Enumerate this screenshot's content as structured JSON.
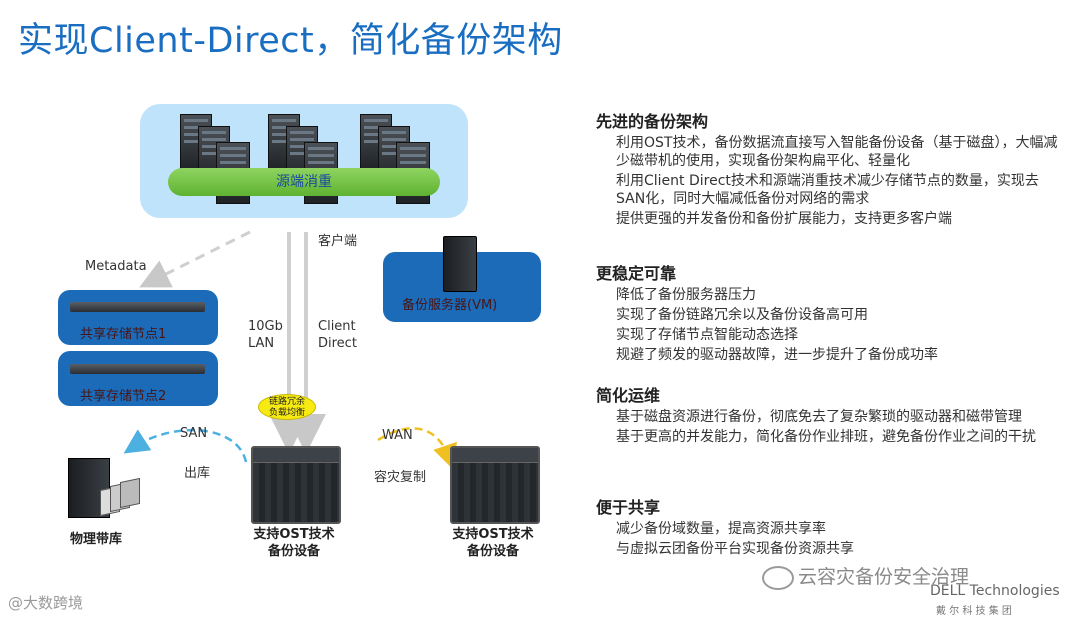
{
  "title": "实现Client-Direct，简化备份架构",
  "diagram": {
    "dedup_label": "源端消重",
    "client_label": "客户端",
    "metadata_label": "Metadata",
    "backup_server_label": "备份服务器(VM)",
    "storage_node_1": "共享存储节点1",
    "storage_node_2": "共享存储节点2",
    "lan_label": "10Gb\nLAN",
    "client_direct_label": "Client\nDirect",
    "redundancy_badge": "链路冗余\n负载均衡",
    "san_label": "SAN",
    "export_label": "出库",
    "wan_label": "WAN",
    "dr_replication_label": "容灾复制",
    "tape_library_label": "物理带库",
    "ost_device_left": "支持OST技术\n备份设备",
    "ost_device_right": "支持OST技术\n备份设备"
  },
  "sections": [
    {
      "heading": "先进的备份架构",
      "bullets": [
        "利用OST技术，备份数据流直接写入智能备份设备（基于磁盘），大幅减少磁带机的使用，实现备份架构扁平化、轻量化",
        "利用Client Direct技术和源端消重技术减少存储节点的数量，实现去SAN化，同时大幅减低备份对网络的需求",
        "提供更强的并发备份和备份扩展能力，支持更多客户端"
      ]
    },
    {
      "heading": "更稳定可靠",
      "bullets": [
        "降低了备份服务器压力",
        "实现了备份链路冗余以及备份设备高可用",
        "实现了存储节点智能动态选择",
        "规避了频发的驱动器故障，进一步提升了备份成功率"
      ]
    },
    {
      "heading": "简化运维",
      "bullets": [
        "基于磁盘资源进行备份，彻底免去了复杂繁琐的驱动器和磁带管理",
        "基于更高的并发能力，简化备份作业排班，避免备份作业之间的干扰"
      ]
    },
    {
      "heading": "便于共享",
      "bullets": [
        "减少备份域数量，提高资源共享率",
        "与虚拟云团备份平台实现备份资源共享"
      ]
    }
  ],
  "footer": {
    "watermark_left": "@大数跨境",
    "watermark_right": "云容灾备份安全治理",
    "brand": "DELL Technologies",
    "brand_sub": "戴 尔 科 技 集 团"
  },
  "colors": {
    "title": "#1a6ec2",
    "panel_blue": "#1b6bb8",
    "cloud_blue": "#bfe3fb",
    "dedup_green": "#6cbf3a"
  }
}
